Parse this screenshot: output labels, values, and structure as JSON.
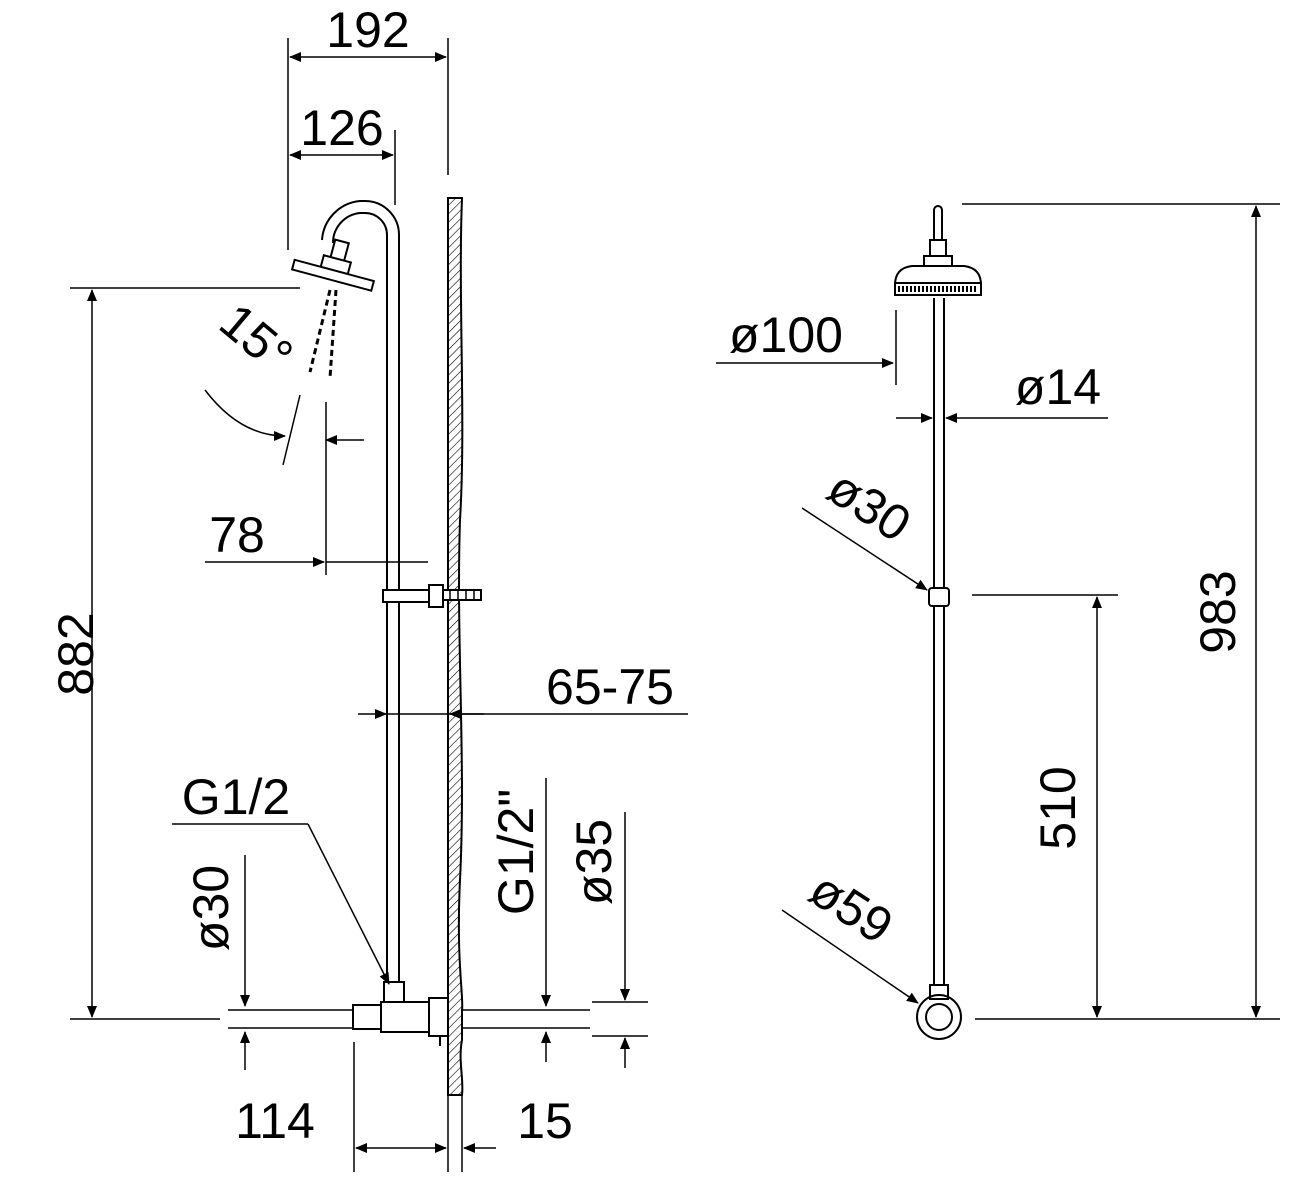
{
  "side_view": {
    "width_total": "192",
    "arm_reach": "126",
    "tilt_angle": "15°",
    "head_offset": "78",
    "height": "882",
    "wall_distance": "65-75",
    "inlet_thread": "G1/2",
    "valve_diameter": "ø30",
    "wall_thread": "G1/2\"",
    "wall_rosette": "ø35",
    "valve_projection": "114",
    "wall_depth": "15"
  },
  "front_view": {
    "head_diameter": "ø100",
    "pipe_diameter": "ø14",
    "bracket_diameter": "ø30",
    "bracket_height": "510",
    "total_height": "983",
    "base_diameter": "ø59"
  }
}
